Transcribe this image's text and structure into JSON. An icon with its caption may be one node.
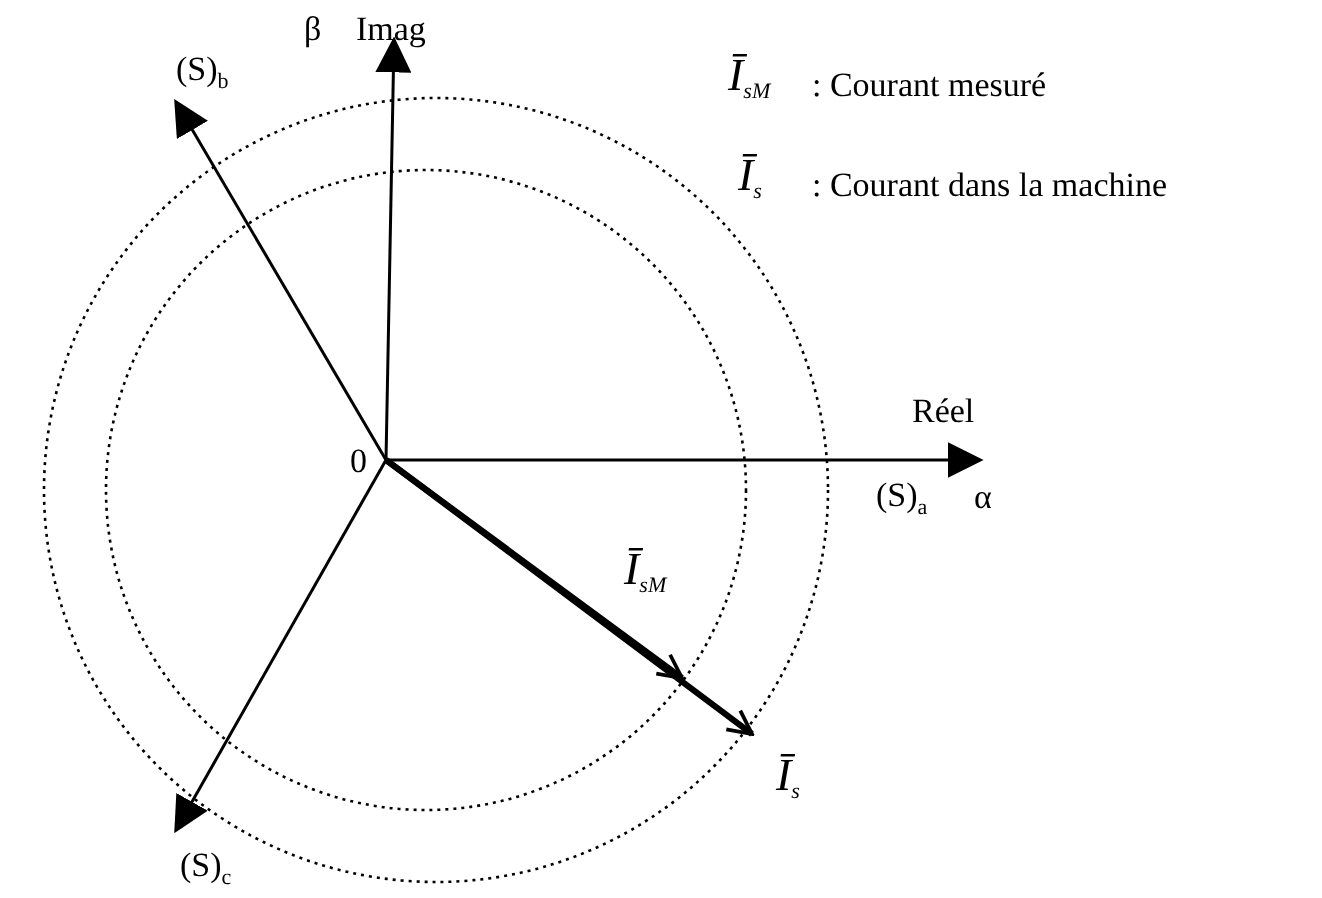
{
  "diagram": {
    "labels": [
      "β",
      "Imag",
      "(S)$_{b}$",
      "Ī$_{sM}$",
      ": Courant mesuré",
      "Ī$_{s}$",
      ": Courant dans la machine",
      "Réel",
      "0",
      "(S)$_{a}$",
      "α",
      "Ī$_{sM}$",
      "Ī$_{s}$",
      "(S)$_{c}$"
    ]
  }
}
